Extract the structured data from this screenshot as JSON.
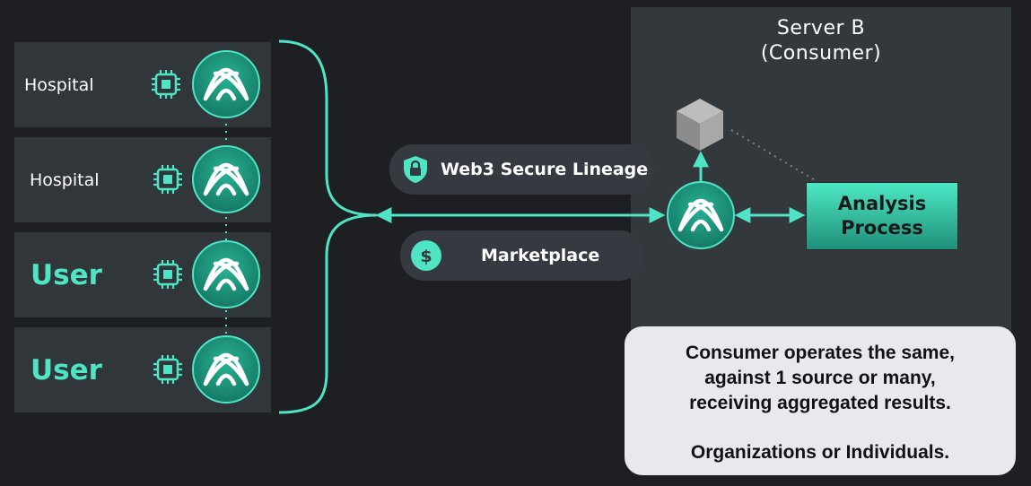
{
  "sources": [
    {
      "label": "Hospital",
      "style": "small"
    },
    {
      "label": "Hospital",
      "style": "small"
    },
    {
      "label": "User",
      "style": "big"
    },
    {
      "label": "User",
      "style": "big"
    }
  ],
  "badges": {
    "lineage": {
      "label": "Web3 Secure Lineage",
      "icon": "lock-shield-icon"
    },
    "marketplace": {
      "label": "Marketplace",
      "icon": "dollar-icon"
    }
  },
  "server": {
    "title_line1": "Server B",
    "title_line2": "(Consumer)"
  },
  "analysis": {
    "line1": "Analysis",
    "line2": "Process"
  },
  "info": {
    "line1": "Consumer operates the same,",
    "line2": "against 1 source or many,",
    "line3": "receiving aggregated results.",
    "line4": "Organizations or Individuals."
  },
  "colors": {
    "accent": "#4ee4c4",
    "panel": "#31363b",
    "background": "#1e1f22",
    "logo_fill": "#1f9a80"
  }
}
